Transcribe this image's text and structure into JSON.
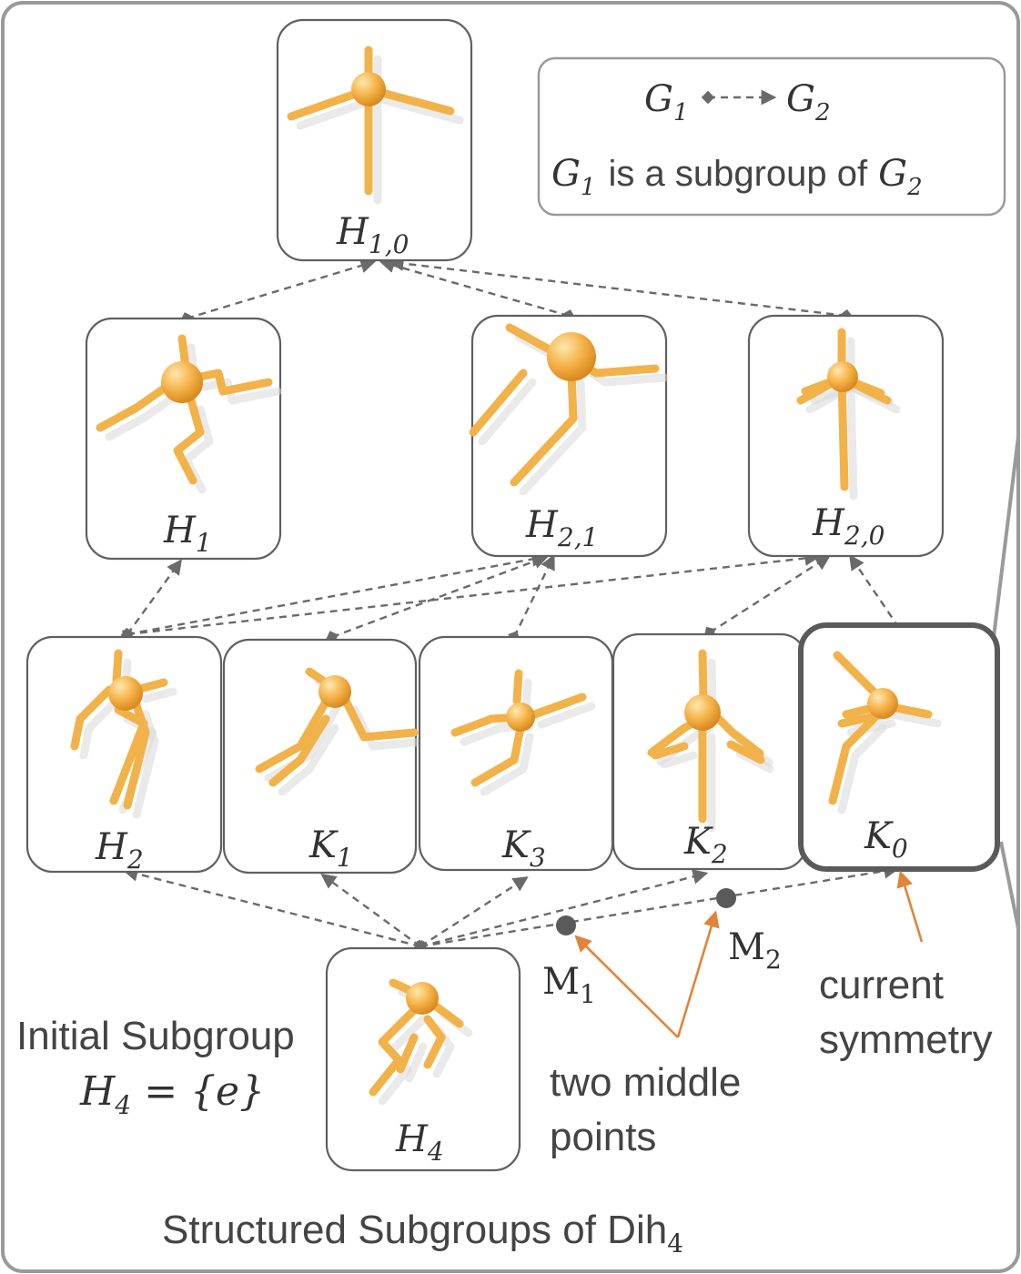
{
  "caption": "Structured Subgroups of Dih",
  "caption_sub": "4",
  "legend": {
    "arrow_from": "G",
    "arrow_from_sub": "1",
    "arrow_to": "G",
    "arrow_to_sub": "2",
    "text_prefix_sub": "1",
    "text_middle": "is a subgroup of",
    "text_prefix": "G",
    "text_suffix": "G",
    "text_suffix_sub": "2"
  },
  "nodes": [
    {
      "id": "H10",
      "label": "H",
      "sub": "1,0"
    },
    {
      "id": "H1",
      "label": "H",
      "sub": "1"
    },
    {
      "id": "H21",
      "label": "H",
      "sub": "2,1"
    },
    {
      "id": "H20",
      "label": "H",
      "sub": "2,0"
    },
    {
      "id": "H2",
      "label": "H",
      "sub": "2"
    },
    {
      "id": "K1",
      "label": "K",
      "sub": "1"
    },
    {
      "id": "K3",
      "label": "K",
      "sub": "3"
    },
    {
      "id": "K2",
      "label": "K",
      "sub": "2"
    },
    {
      "id": "K0",
      "label": "K",
      "sub": "0"
    },
    {
      "id": "H4",
      "label": "H",
      "sub": "4"
    }
  ],
  "annotations": {
    "initial_line1": "Initial Subgroup",
    "initial_math": "H",
    "initial_math_sub": "4",
    "initial_math_rest": " = {e}",
    "m1": "M",
    "m1_sub": "1",
    "m2": "M",
    "m2_sub": "2",
    "two_middle_1": "two middle",
    "two_middle_2": "points",
    "current_1": "current",
    "current_2": "symmetry"
  },
  "colors": {
    "limb": "#f2b24a",
    "pointer": "#e0843a",
    "edge": "#6a6a6a"
  }
}
